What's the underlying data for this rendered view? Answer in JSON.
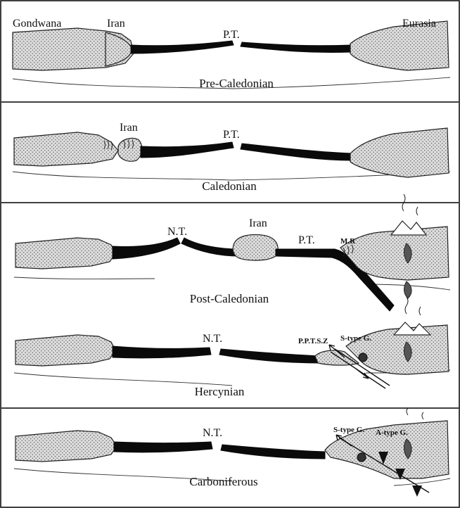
{
  "panels": [
    {
      "caption": "Pre-Caledonian",
      "labels": {
        "left_continent": "Gondwana",
        "microcontinent": "Iran",
        "ocean": "P.T.",
        "right_continent": "Eurasia"
      }
    },
    {
      "caption": "Caledonian",
      "labels": {
        "microcontinent": "Iran",
        "ocean": "P.T."
      }
    },
    {
      "caption": "Post-Caledonian",
      "labels": {
        "ocean_left": "N.T.",
        "microcontinent": "Iran",
        "ocean_right": "P.T.",
        "margin": "M.R"
      }
    },
    {
      "caption": "Hercynian",
      "labels": {
        "ocean": "N.T.",
        "shear_zone": "P.P.T.S.Z",
        "granite": "S-type G."
      }
    },
    {
      "caption": "Carboniferous",
      "labels": {
        "ocean": "N.T.",
        "granite_s": "S-type G.",
        "granite_a": "A-type G."
      }
    }
  ]
}
